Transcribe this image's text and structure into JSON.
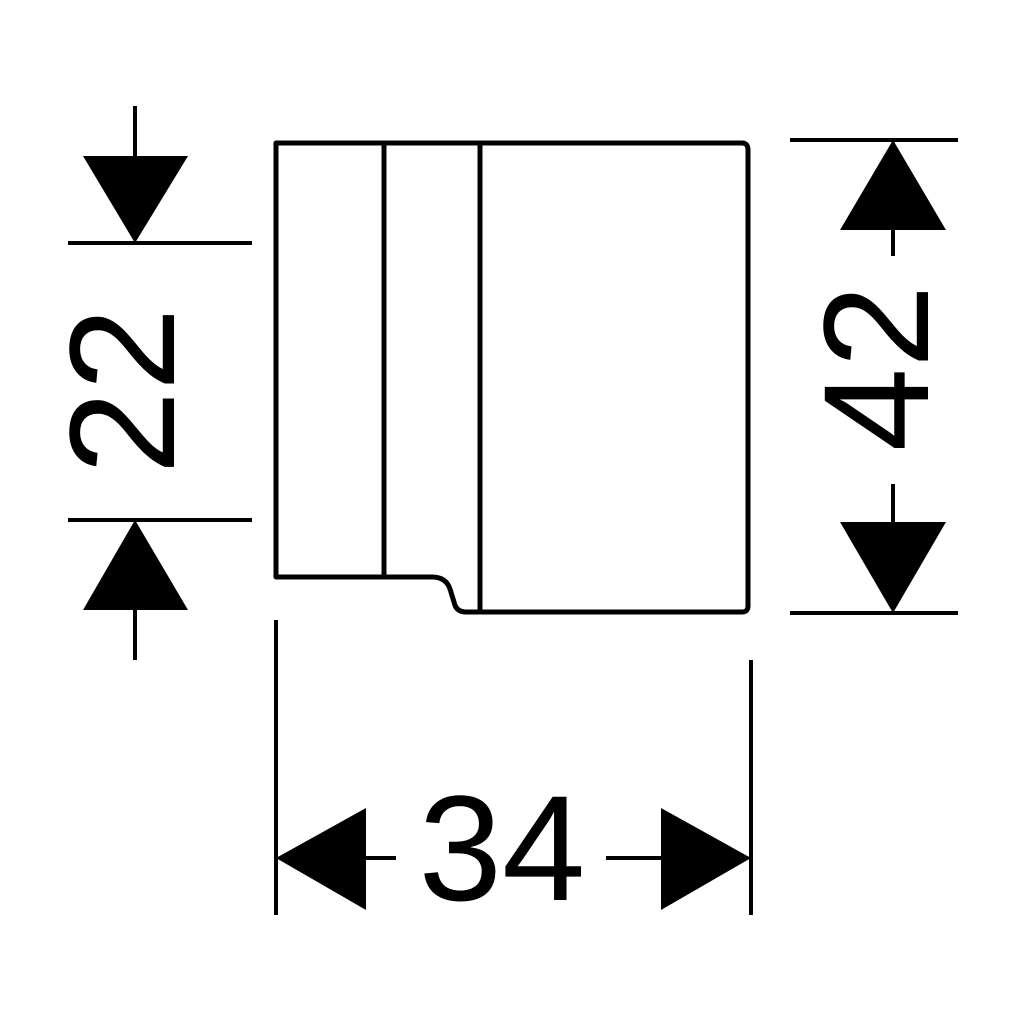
{
  "drawing": {
    "line_color": "#000000",
    "background_color": "#ffffff",
    "dimensions": {
      "inner_height": "22",
      "total_height": "42",
      "total_width": "34"
    }
  }
}
